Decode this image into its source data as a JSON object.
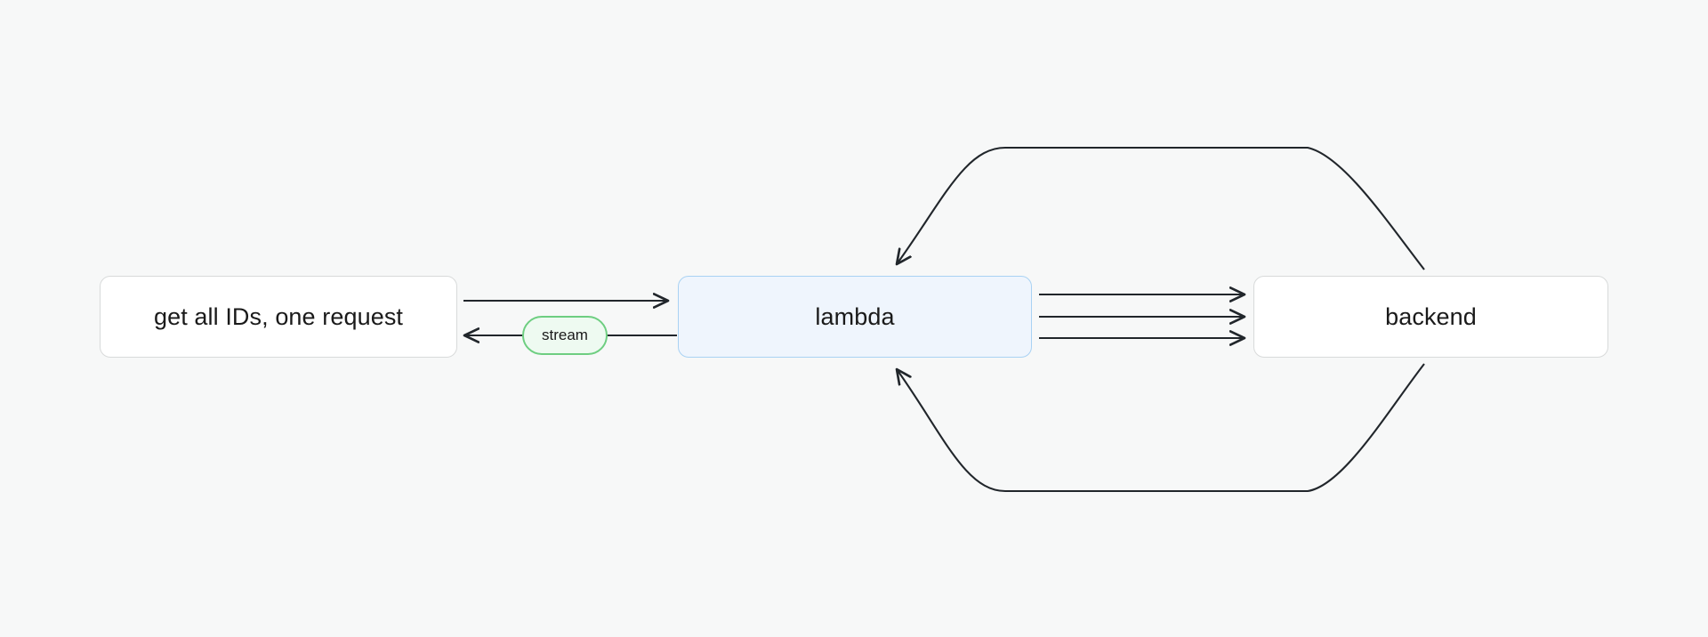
{
  "diagram": {
    "background_color": "#f7f8f8",
    "nodes": [
      {
        "id": "request",
        "label": "get all IDs, one request",
        "style": "plain",
        "fill": "#ffffff",
        "stroke": "#d8dada"
      },
      {
        "id": "lambda",
        "label": "lambda",
        "style": "accent",
        "fill": "#eff5fd",
        "stroke": "#a9d2f3"
      },
      {
        "id": "backend",
        "label": "backend",
        "style": "plain",
        "fill": "#ffffff",
        "stroke": "#d8dada"
      }
    ],
    "edge_labels": [
      {
        "id": "stream",
        "label": "stream",
        "fill": "#eefaf1",
        "stroke": "#6ece81"
      }
    ],
    "edges": [
      {
        "id": "request-to-lambda",
        "from": "request",
        "to": "lambda",
        "direction": "right",
        "label": ""
      },
      {
        "id": "lambda-to-request",
        "from": "lambda",
        "to": "request",
        "direction": "left",
        "label": "stream"
      },
      {
        "id": "lambda-to-backend-1",
        "from": "lambda",
        "to": "backend",
        "direction": "right",
        "label": ""
      },
      {
        "id": "lambda-to-backend-2",
        "from": "lambda",
        "to": "backend",
        "direction": "right",
        "label": ""
      },
      {
        "id": "lambda-to-backend-3",
        "from": "lambda",
        "to": "backend",
        "direction": "right",
        "label": ""
      },
      {
        "id": "backend-to-lambda-top",
        "from": "backend",
        "to": "lambda",
        "direction": "curve-over",
        "label": ""
      },
      {
        "id": "backend-to-lambda-bottom",
        "from": "backend",
        "to": "lambda",
        "direction": "curve-under",
        "label": ""
      }
    ],
    "edge_color": "#21262b"
  }
}
